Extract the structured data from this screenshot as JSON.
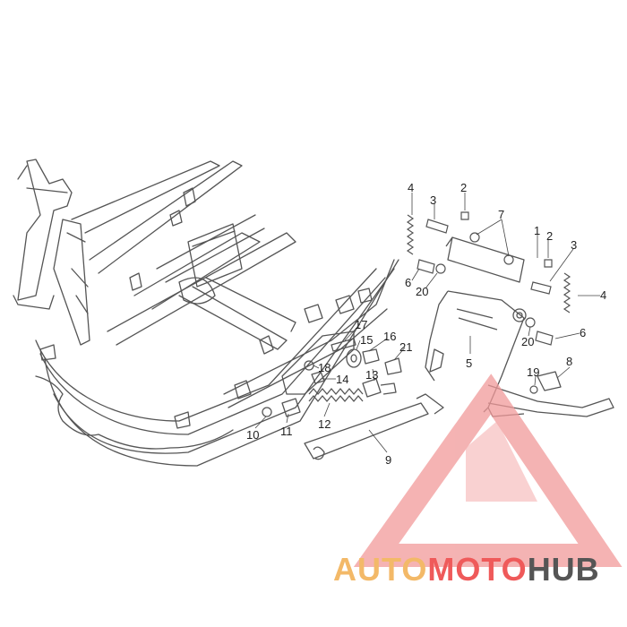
{
  "diagram": {
    "callouts": [
      {
        "id": "c1",
        "label": "1"
      },
      {
        "id": "c2a",
        "label": "2"
      },
      {
        "id": "c2b",
        "label": "2"
      },
      {
        "id": "c3a",
        "label": "3"
      },
      {
        "id": "c3b",
        "label": "3"
      },
      {
        "id": "c4a",
        "label": "4"
      },
      {
        "id": "c4b",
        "label": "4"
      },
      {
        "id": "c5",
        "label": "5"
      },
      {
        "id": "c6a",
        "label": "6"
      },
      {
        "id": "c6b",
        "label": "6"
      },
      {
        "id": "c7",
        "label": "7"
      },
      {
        "id": "c8",
        "label": "8"
      },
      {
        "id": "c9",
        "label": "9"
      },
      {
        "id": "c10",
        "label": "10"
      },
      {
        "id": "c11",
        "label": "11"
      },
      {
        "id": "c12",
        "label": "12"
      },
      {
        "id": "c13",
        "label": "13"
      },
      {
        "id": "c14",
        "label": "14"
      },
      {
        "id": "c15",
        "label": "15"
      },
      {
        "id": "c16",
        "label": "16"
      },
      {
        "id": "c17",
        "label": "17"
      },
      {
        "id": "c18",
        "label": "18"
      },
      {
        "id": "c19",
        "label": "19"
      },
      {
        "id": "c20a",
        "label": "20"
      },
      {
        "id": "c20b",
        "label": "20"
      },
      {
        "id": "c21",
        "label": "21"
      }
    ]
  },
  "watermark": {
    "part1": "AUTO",
    "part2": "MOTO",
    "part3": "HUB",
    "colors": {
      "auto": "#f3b968",
      "moto": "#ef5a5a",
      "hub": "#555555",
      "logo": "#f19a9a"
    }
  }
}
